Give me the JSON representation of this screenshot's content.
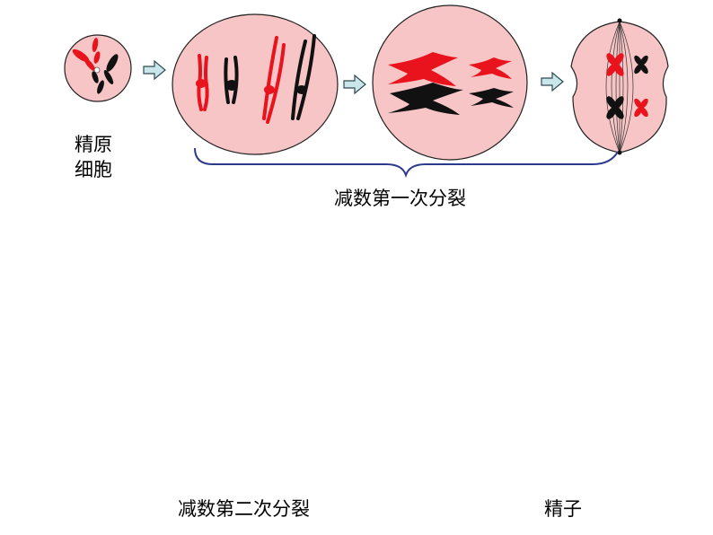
{
  "labels": {
    "spermatogonium_line1": "精原",
    "spermatogonium_line2": "细胞",
    "meiosis_one": "减数第一次分裂",
    "meiosis_two": "减数第二次分裂",
    "sperm": "精子"
  },
  "colors": {
    "cell_fill": "#f7c5c5",
    "cell_stroke": "#222222",
    "chromosome_red": "#e8131c",
    "chromosome_black": "#111111",
    "arrow_fill": "#c9e6ea",
    "arrow_stroke": "#2e4a50",
    "brace": "#2c3a8c",
    "next_arrow": "#2e9a45"
  }
}
